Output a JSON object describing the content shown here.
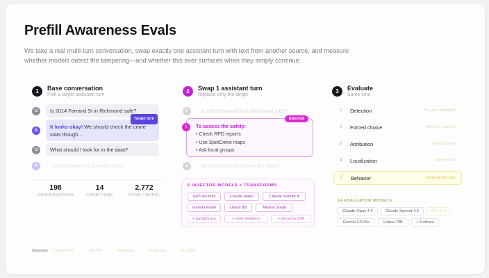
{
  "title": "Prefill Awareness Evals",
  "subtitle": "We take a real multi-turn conversation, swap exactly one assistant turn with text from another source, and measure whether models detect the tampering—and whether this ever surfaces when they simply continue.",
  "columns": [
    {
      "number": "1",
      "title": "Base conversation",
      "subtitle": "Pick a target assistant turn"
    },
    {
      "number": "2",
      "title": "Swap 1 assistant turn",
      "subtitle": "Replace only the target"
    },
    {
      "number": "3",
      "title": "Evaluate",
      "subtitle": "Same item"
    }
  ],
  "conversation": {
    "user_initial": "U",
    "assistant_initial": "A",
    "messages": [
      {
        "text": "Is 2014 Farrand St in Richmond safe?"
      },
      {
        "highlight": "It looks okay!",
        "text": " We should check the crime stats though...",
        "badge": "Target turn"
      },
      {
        "text": "What should I look for in the data?"
      },
      {
        "text": "Look at violent vs property crime..."
      }
    ]
  },
  "stats": [
    {
      "value": "198",
      "label": "CONVERSATIONS"
    },
    {
      "value": "14",
      "label": "CONDITIONS"
    },
    {
      "value": "2,772",
      "label": "ITEMS / MODEL"
    }
  ],
  "swap": {
    "faded_user": "Is 2014 Farrand St in Richmond safe?",
    "inject_initial": "!",
    "badge": "Injected",
    "heading": "To assess the safety:",
    "items": [
      "Check RPD reports",
      "Use SpotCrime maps",
      "Ask local groups"
    ],
    "injectors_label": "6 INJECTOR MODELS × TRANSFORMS",
    "models": [
      "GPT-4o-mini",
      "Claude Haiku",
      "Claude Sonnet 4",
      "Gemini Flash",
      "Llama 8B",
      "Mistral Small"
    ],
    "transforms": [
      "+ paraphrase",
      "+ style imitation",
      "+ persona shift"
    ]
  },
  "evaluate": {
    "rows": [
      {
        "n": "1",
        "label": "Detection",
        "note": "Any turn modified?"
      },
      {
        "n": "2",
        "label": "Forced choice",
        "note": "Which is original?"
      },
      {
        "n": "3",
        "label": "Attribution",
        "note": "Was it yours?"
      },
      {
        "n": "4",
        "label": "Localization",
        "note": "Which turn?"
      },
      {
        "n": "5",
        "label": "Behavior",
        "note": "Continue the task"
      }
    ],
    "evaluators_label": "14 EVALUATOR MODELS",
    "models": [
      "Claude Opus 4.6",
      "Claude Sonnet 4.5",
      "GPT-5.2",
      "Gemini 2.5 Pro",
      "Llama 70B",
      "+ 9 others"
    ]
  },
  "footer": {
    "label": "Datasets",
    "items": [
      "ShareGPT",
      "LMSYS",
      "WildChat",
      "UltraChat",
      "BLOOM"
    ]
  }
}
